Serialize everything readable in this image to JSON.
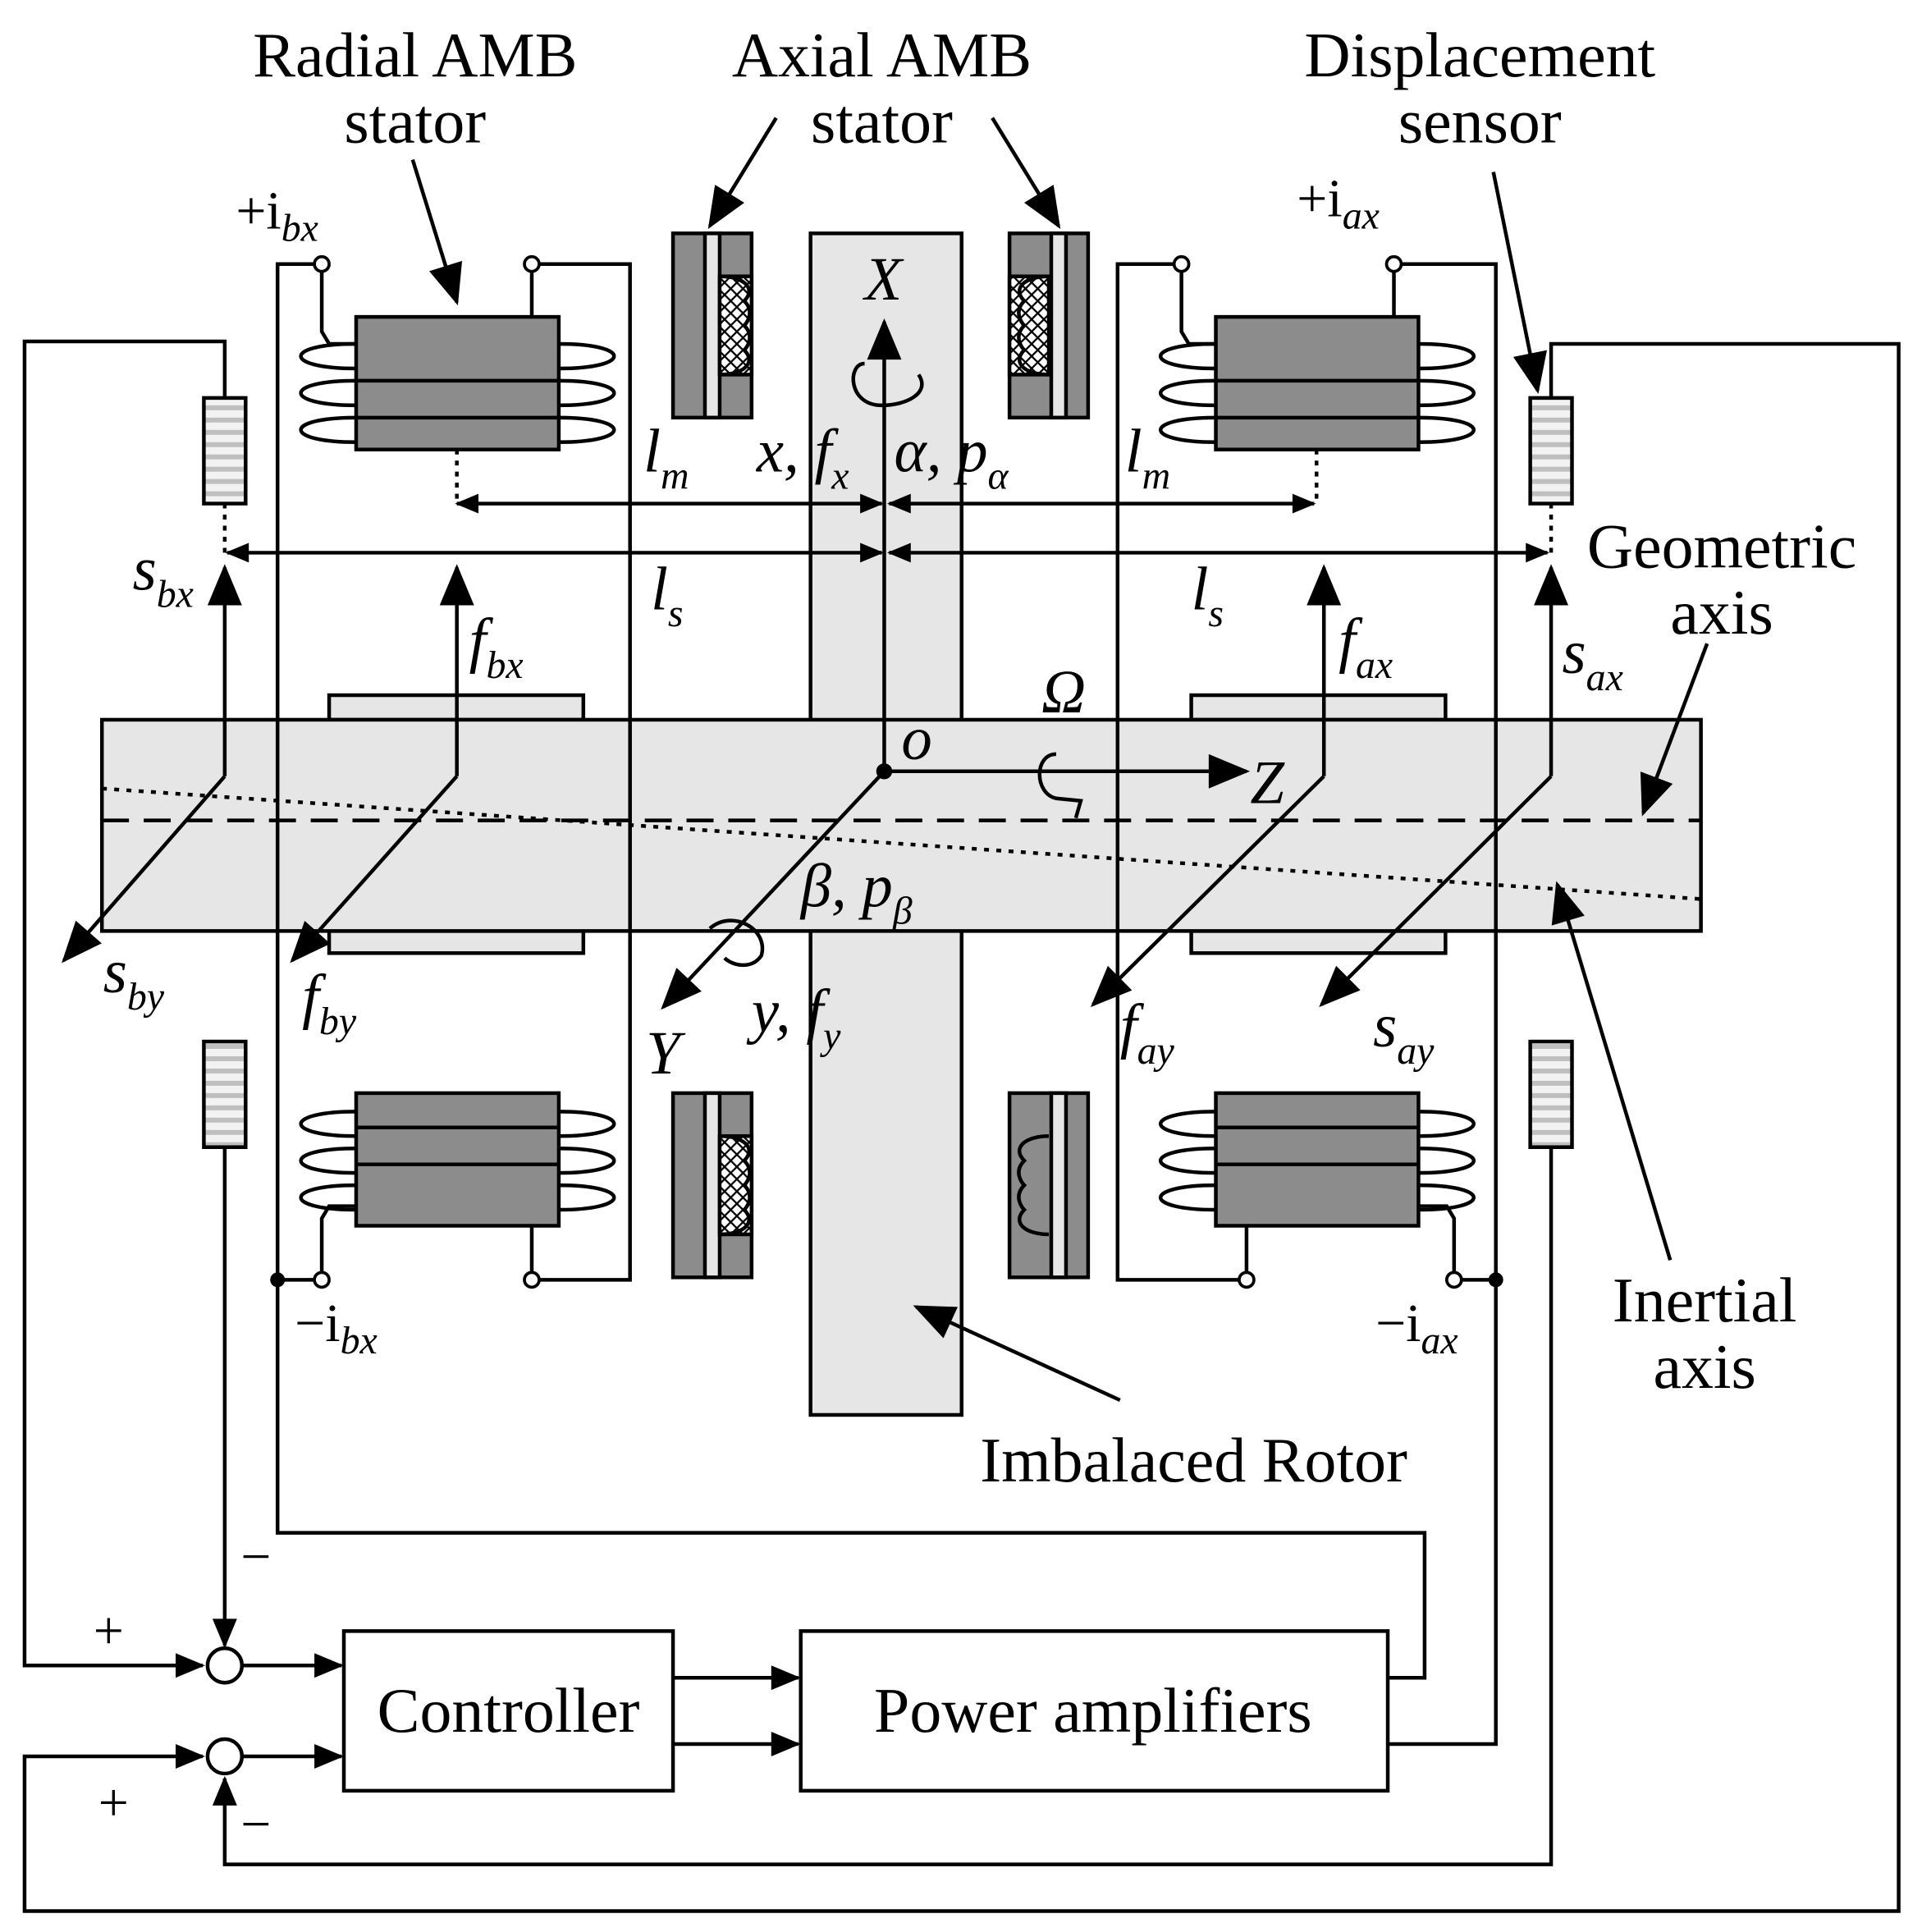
{
  "labels": {
    "radial_stator_1": "Radial AMB",
    "radial_stator_2": "stator",
    "axial_stator_1": "Axial AMB",
    "axial_stator_2": "stator",
    "sensor_1": "Displacement",
    "sensor_2": "sensor",
    "geometric_1": "Geometric",
    "geometric_2": "axis",
    "inertial_1": "Inertial",
    "inertial_2": "axis",
    "rotor": "Imbalaced Rotor",
    "controller": "Controller",
    "amplifiers": "Power amplifiers"
  },
  "symbols": {
    "i_bx_pos": "+i",
    "i_bx_pos_sub": "bx",
    "i_ax_pos": "+i",
    "i_ax_pos_sub": "ax",
    "i_bx_neg": "−i",
    "i_bx_neg_sub": "bx",
    "i_ax_neg": "−i",
    "i_ax_neg_sub": "ax",
    "X": "X",
    "Y": "Y",
    "Z": "Z",
    "o": "o",
    "Omega": "Ω",
    "l": "l",
    "m": "m",
    "s": "s",
    "x_fx": "x, f",
    "x_sub": "x",
    "alpha_p": "α, p",
    "alpha_sub": "α",
    "beta_p": "β, p",
    "beta_sub": "β",
    "y_fy": "y, f",
    "y_sub": "y",
    "s_sym": "s",
    "f_sym": "f",
    "bx": "bx",
    "by": "by",
    "ax": "ax",
    "ay": "ay",
    "plus": "+",
    "minus": "−"
  },
  "colors": {
    "rotor_fill": "#e6e6e6",
    "stator_fill": "#8c8c8c",
    "line": "#000000"
  }
}
